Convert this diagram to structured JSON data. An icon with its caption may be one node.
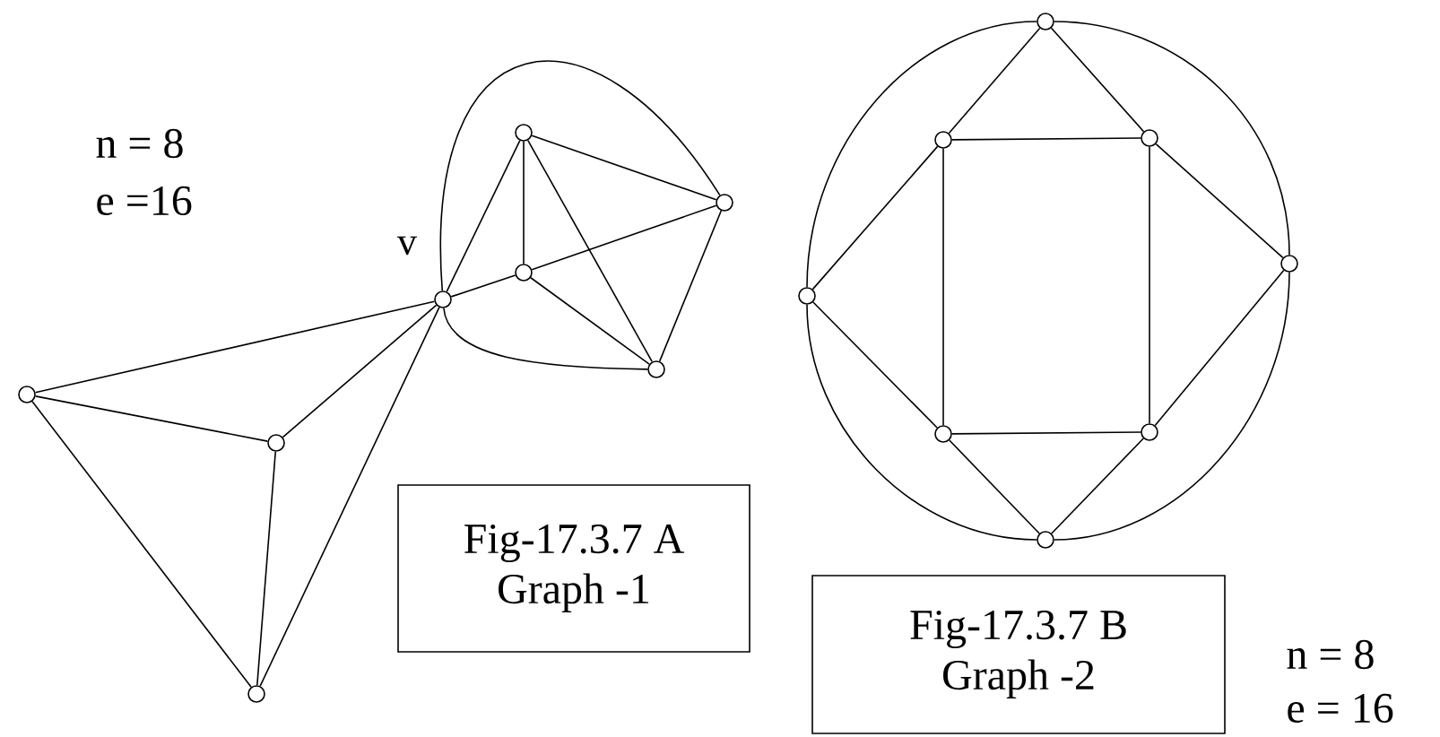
{
  "diagram": {
    "nodes": [
      {
        "text": [],
        "shape": "circle",
        "beside": [
          "v"
        ]
      },
      {
        "text": [],
        "shape": "circle"
      },
      {
        "text": [],
        "shape": "circle"
      },
      {
        "text": [],
        "shape": "circle"
      },
      {
        "text": [],
        "shape": "circle"
      },
      {
        "text": [],
        "shape": "circle"
      },
      {
        "text": [],
        "shape": "circle"
      },
      {
        "text": [],
        "shape": "circle"
      },
      {
        "text": [
          "Fig-17.3.7 A",
          "Graph -1"
        ]
      },
      {
        "text": [],
        "shape": "circle"
      },
      {
        "text": [],
        "shape": "circle"
      },
      {
        "text": [],
        "shape": "circle"
      },
      {
        "text": [],
        "shape": "circle"
      },
      {
        "text": [],
        "shape": "circle"
      },
      {
        "text": [],
        "shape": "circle"
      },
      {
        "text": [],
        "shape": "circle"
      },
      {
        "text": [],
        "shape": "circle"
      },
      {
        "text": [
          "Fig-17.3.7 B",
          "Graph -2"
        ]
      }
    ],
    "edges": [
      {
        "from": 5,
        "to": 0,
        "arrow": "none"
      },
      {
        "from": 5,
        "to": 6,
        "arrow": "none"
      },
      {
        "from": 5,
        "to": 7,
        "arrow": "none"
      },
      {
        "from": 6,
        "to": 0,
        "arrow": "none"
      },
      {
        "from": 6,
        "to": 7,
        "arrow": "none"
      },
      {
        "from": 7,
        "to": 0,
        "arrow": "none"
      },
      {
        "from": 0,
        "to": 1,
        "arrow": "none"
      },
      {
        "from": 0,
        "to": 3,
        "arrow": "none"
      },
      {
        "from": 3,
        "to": 2,
        "arrow": "none"
      },
      {
        "from": 1,
        "to": 3,
        "arrow": "none"
      },
      {
        "from": 1,
        "to": 2,
        "arrow": "none"
      },
      {
        "from": 1,
        "to": 4,
        "arrow": "none"
      },
      {
        "from": 3,
        "to": 4,
        "arrow": "none"
      },
      {
        "from": 2,
        "to": 4,
        "arrow": "none"
      },
      {
        "from": 0,
        "to": 2,
        "arrow": "none"
      },
      {
        "from": 0,
        "to": 4,
        "arrow": "none"
      },
      {
        "from": 9,
        "to": 10,
        "arrow": "none"
      },
      {
        "from": 9,
        "to": 11,
        "arrow": "none"
      },
      {
        "from": 10,
        "to": 12,
        "arrow": "none"
      },
      {
        "from": 11,
        "to": 13,
        "arrow": "none"
      },
      {
        "from": 12,
        "to": 14,
        "arrow": "none"
      },
      {
        "from": 13,
        "to": 15,
        "arrow": "none"
      },
      {
        "from": 14,
        "to": 16,
        "arrow": "none"
      },
      {
        "from": 15,
        "to": 16,
        "arrow": "none"
      },
      {
        "from": 10,
        "to": 11,
        "arrow": "none"
      },
      {
        "from": 10,
        "to": 14,
        "arrow": "none"
      },
      {
        "from": 11,
        "to": 15,
        "arrow": "none"
      },
      {
        "from": 14,
        "to": 15,
        "arrow": "none"
      },
      {
        "from": 9,
        "to": 13,
        "arrow": "none"
      },
      {
        "from": 13,
        "to": 16,
        "arrow": "none"
      },
      {
        "from": 16,
        "to": 12,
        "arrow": "none"
      },
      {
        "from": 12,
        "to": 9,
        "arrow": "none"
      }
    ],
    "labels": [
      "n = 8",
      "e =16",
      "n = 8",
      "e = 16"
    ]
  }
}
